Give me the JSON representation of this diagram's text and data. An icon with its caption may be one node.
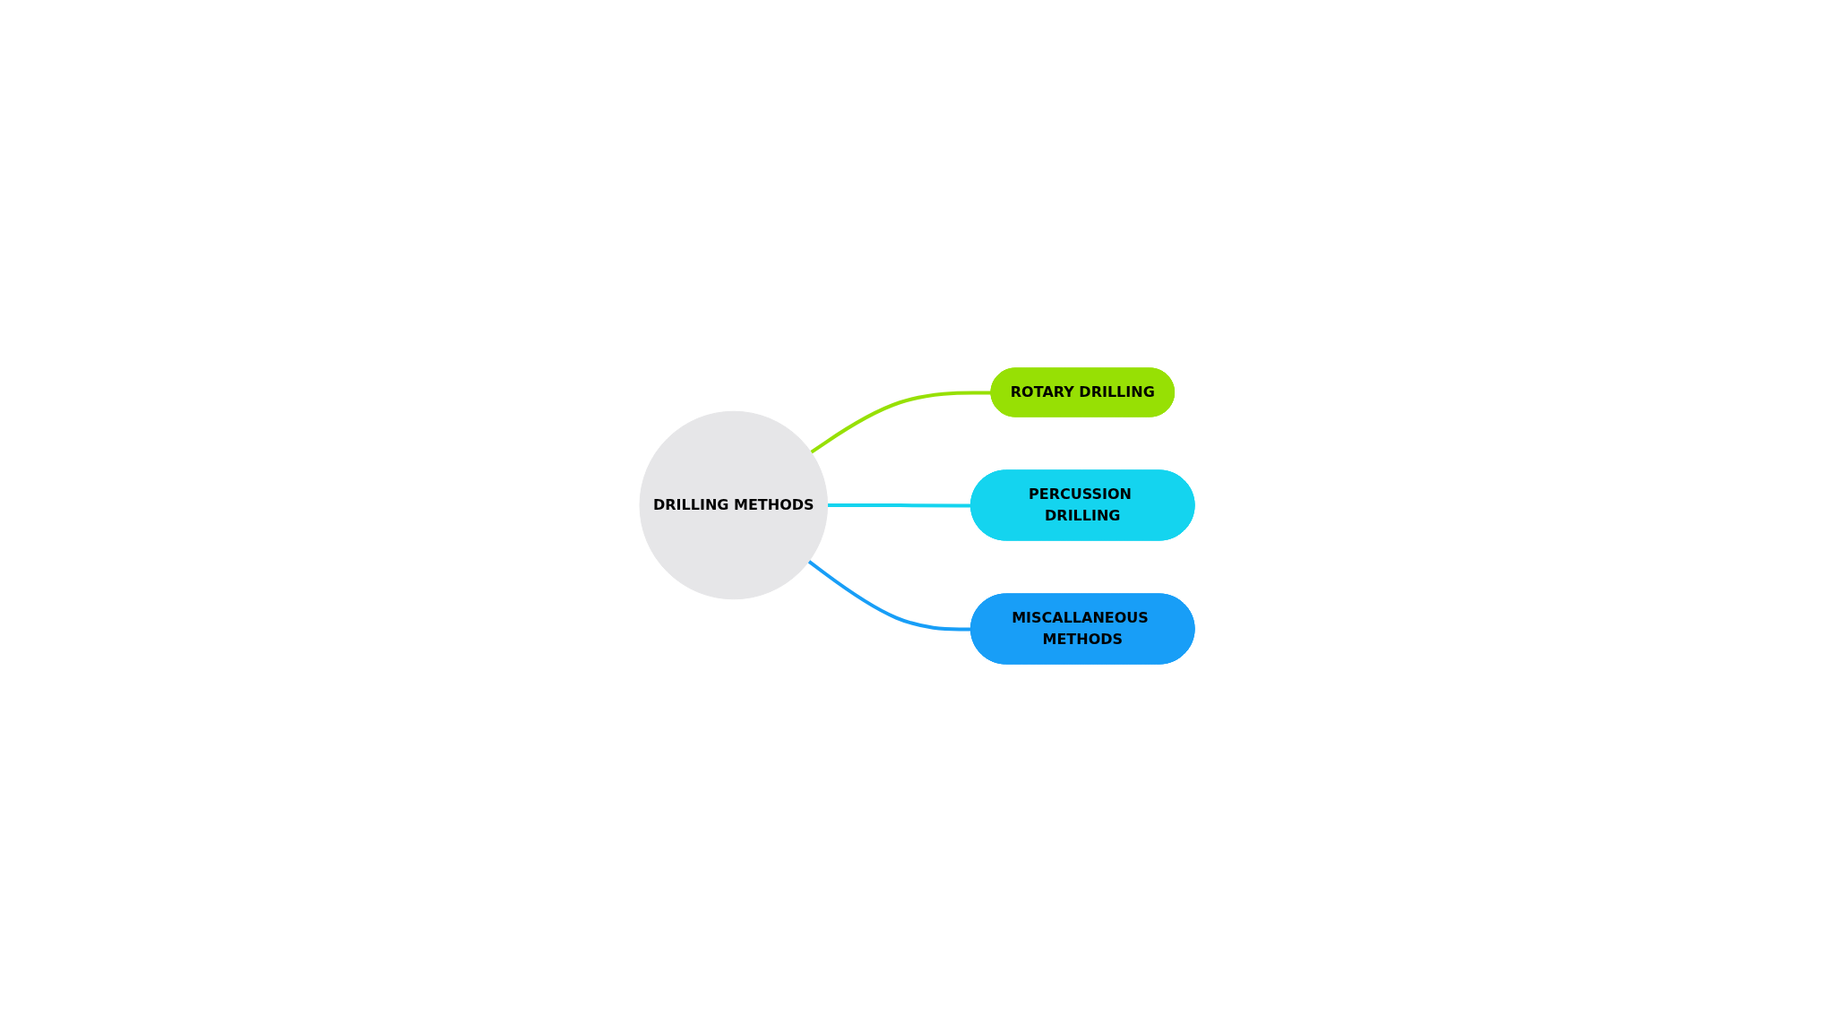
{
  "diagram": {
    "nodes": [
      {
        "text": [
          "DRILLING METHODS"
        ]
      },
      {
        "text": [
          "ROTARY DRILLING"
        ]
      },
      {
        "text": [
          "PERCUSSION DRILLING"
        ]
      },
      {
        "text": [
          "MISCALLANEOUS METHODS"
        ]
      }
    ],
    "edges": [
      {
        "from": 0,
        "to": 1,
        "arrow": "none",
        "color": "#97e004"
      },
      {
        "from": 0,
        "to": 2,
        "arrow": "none",
        "color": "#14d4ef"
      },
      {
        "from": 0,
        "to": 3,
        "arrow": "none",
        "color": "#189ef7"
      }
    ]
  }
}
